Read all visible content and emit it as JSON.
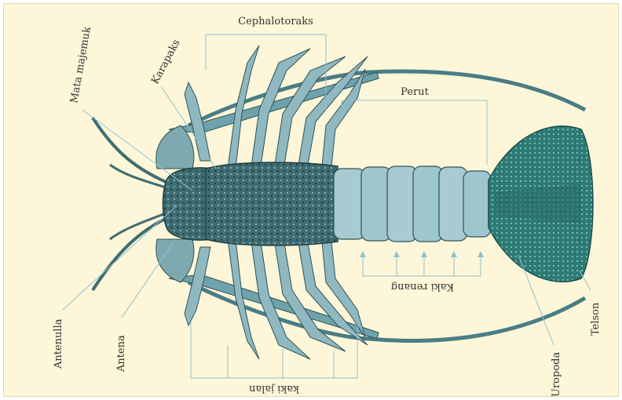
{
  "diagram": {
    "labels": {
      "cephalotoraks": "Cephalotoraks",
      "perut": "Perut",
      "karapaks": "Karapaks",
      "mata_majemuk": "Mata majemuk",
      "antenulla": "Antenulla",
      "antena": "Antena",
      "kaki_jalan": "kaki jalan",
      "kaki_renang": "Kaki renang",
      "uropoda": "Uropoda",
      "telson": "Telson"
    },
    "colors": {
      "background": "#fdf6d8",
      "lobster_body": "#3f6d73",
      "lobster_light": "#9ec6cf",
      "tail_fan": "#2e7b76",
      "label_lines": "#8fc2cf"
    }
  }
}
